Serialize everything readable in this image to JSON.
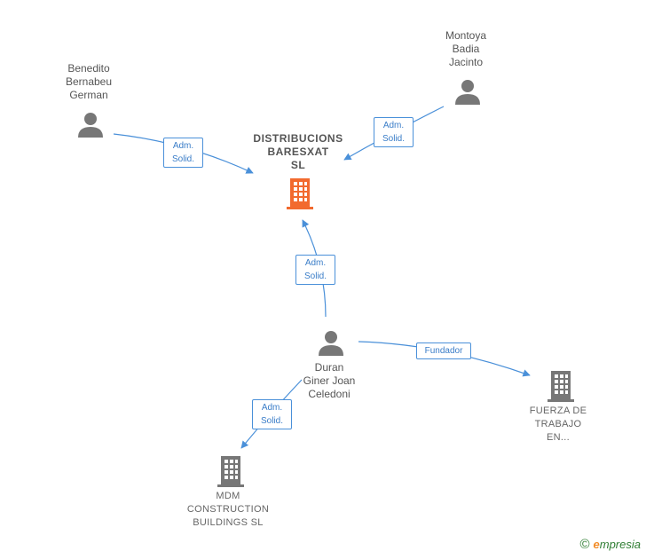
{
  "nodes": {
    "main": {
      "label_lines": [
        "DISTRIBUCIONS",
        "BARESXAT",
        "SL"
      ],
      "color": "#f26a2e"
    },
    "benedito": {
      "label_lines": [
        "Benedito",
        "Bernabeu",
        "German"
      ]
    },
    "montoya": {
      "label_lines": [
        "Montoya",
        "Badia",
        "Jacinto"
      ]
    },
    "duran": {
      "label_lines": [
        "Duran",
        "Giner Joan",
        "Celedoni"
      ]
    },
    "fuerza": {
      "label_lines": [
        "FUERZA DE",
        "TRABAJO",
        "EN..."
      ]
    },
    "mdm": {
      "label_lines": [
        "MDM",
        "CONSTRUCTION",
        "BUILDINGS  SL"
      ]
    }
  },
  "edges": {
    "benedito_main": {
      "label_lines": [
        "Adm.",
        "Solid."
      ]
    },
    "montoya_main": {
      "label_lines": [
        "Adm.",
        "Solid."
      ]
    },
    "duran_main": {
      "label_lines": [
        "Adm.",
        "Solid."
      ]
    },
    "duran_mdm": {
      "label_lines": [
        "Adm.",
        "Solid."
      ]
    },
    "duran_fuerza": {
      "label_lines": [
        "Fundador"
      ]
    }
  },
  "colors": {
    "person": "#777777",
    "company": "#777777",
    "edge": "#4a90d9"
  },
  "brand": {
    "symbol": "©",
    "initial": "e",
    "rest": "mpresia"
  }
}
